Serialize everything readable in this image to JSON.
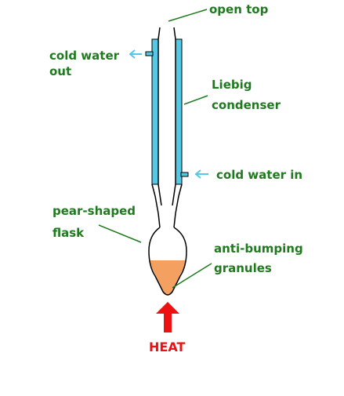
{
  "labels": {
    "open_top": "open top",
    "cold_water_out_line1": "cold water",
    "cold_water_out_line2": "out",
    "liebig_line1": "Liebig",
    "liebig_line2": "condenser",
    "cold_water_in": "cold water in",
    "flask_line1": "pear-shaped",
    "flask_line2": "flask",
    "granules_line1": "anti-bumping",
    "granules_line2": "granules",
    "heat": "HEAT"
  },
  "colors": {
    "label_text": "#1f7a1f",
    "leader_line": "#1f7a1f",
    "water_jacket": "#55c8e6",
    "water_arrow": "#55c8e6",
    "liquid": "#f4a060",
    "heat": "#ee1111",
    "glass_outline": "#000000"
  }
}
